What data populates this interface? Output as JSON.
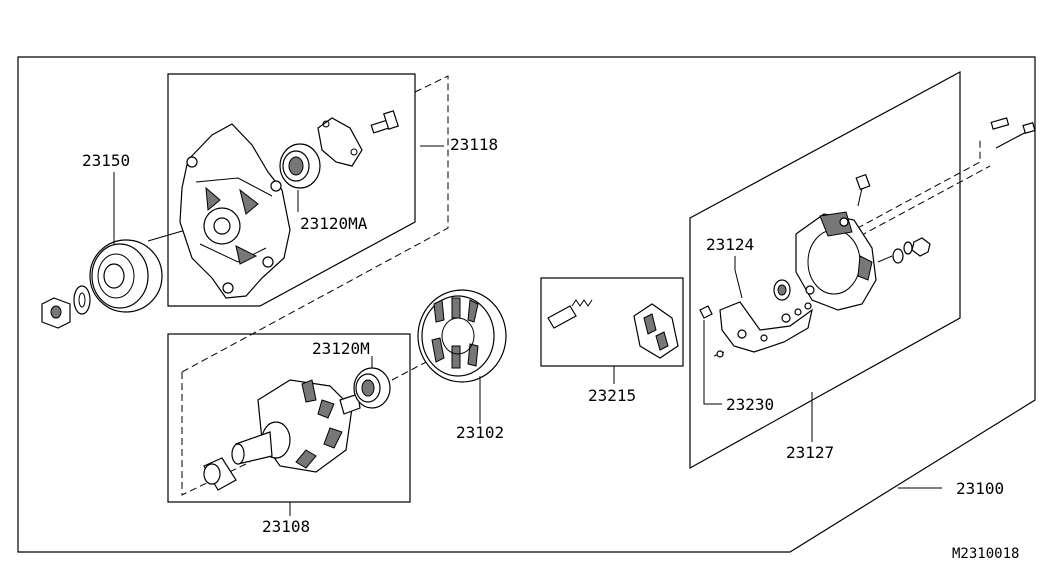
{
  "labels": {
    "alternator_assy": "23100",
    "pulley": "23150",
    "front_cover": "23118",
    "front_bearing": "23120MA",
    "rear_bearing": "23120M",
    "rotor": "23108",
    "stator": "23102",
    "brush_holder": "23215",
    "rear_cover": "23127",
    "rectifier": "23124",
    "terminal": "23230"
  },
  "figure_id": "M2310018"
}
